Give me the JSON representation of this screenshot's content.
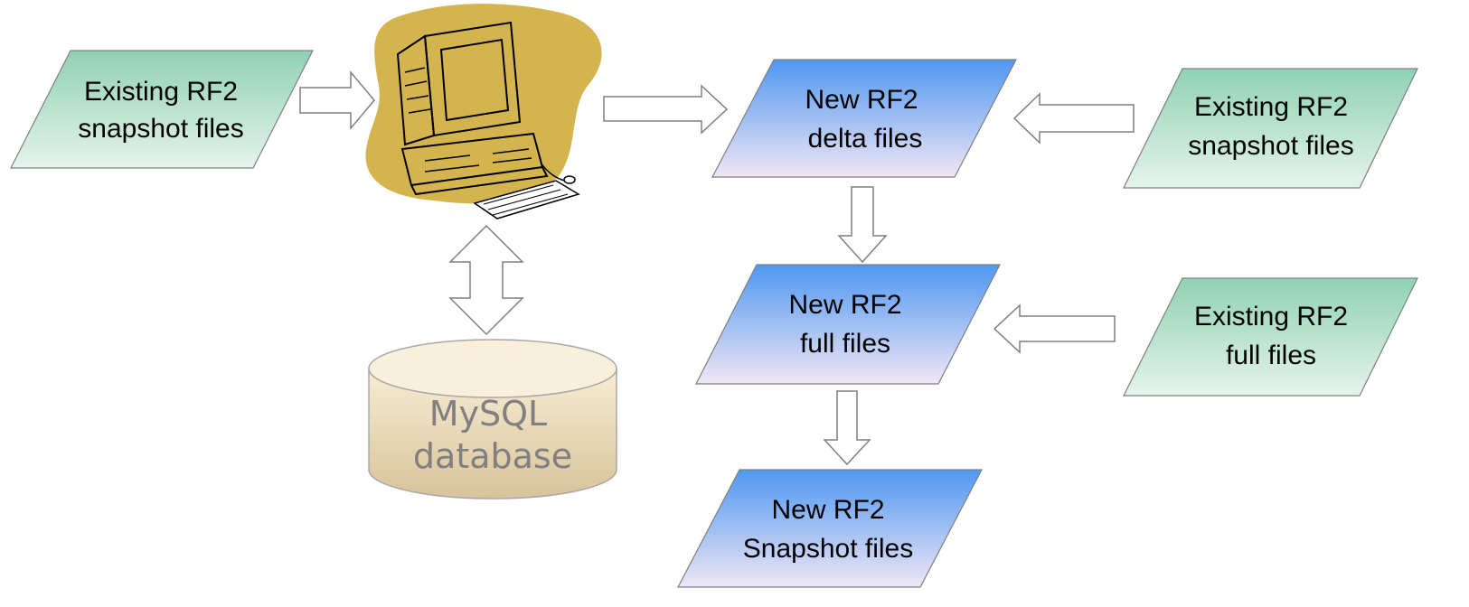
{
  "diagram": {
    "inputs": {
      "left_snapshot": {
        "line1": "Existing RF2",
        "line2": "snapshot files"
      },
      "right_snapshot": {
        "line1": "Existing RF2",
        "line2": "snapshot files"
      },
      "right_full": {
        "line1": "Existing RF2",
        "line2": "full files"
      }
    },
    "outputs": {
      "delta": {
        "line1": "New RF2",
        "line2": "delta files"
      },
      "full": {
        "line1": "New RF2",
        "line2": "full files"
      },
      "snapshot": {
        "line1": "New RF2",
        "line2": "Snapshot files"
      }
    },
    "database": {
      "line1": "MySQL",
      "line2": "database"
    },
    "icons": {
      "computer": "computer-clipart-icon"
    },
    "colors": {
      "input_fill_top": "#8fd1b2",
      "input_fill_bottom": "#e6f4ec",
      "output_fill_top": "#4f97f2",
      "output_fill_bottom": "#f0e6f4",
      "db_fill_top": "#f7ecd3",
      "db_fill_bottom": "#d8c39b",
      "computer_blob": "#d4b44e"
    }
  }
}
